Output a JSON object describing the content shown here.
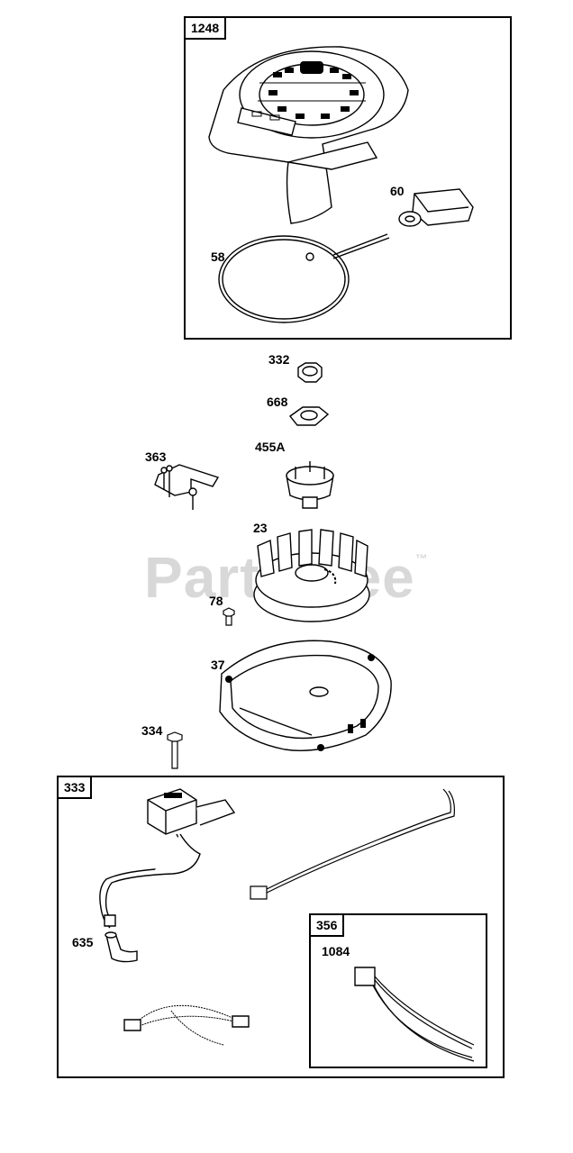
{
  "watermark": {
    "text": "PartsTree",
    "mark": "™"
  },
  "boxes": {
    "starter": {
      "tag": "1248"
    },
    "ignition": {
      "tag": "333"
    },
    "kill_wire": {
      "tag": "356"
    }
  },
  "parts": {
    "p1248_starter_housing": "1248",
    "p60_handle": "60",
    "p58_rope": "58",
    "p332_nut": "332",
    "p668_washer": "668",
    "p363_bracket": "363",
    "p455a_cup": "455A",
    "p23_flywheel": "23",
    "p78_screw": "78",
    "p37_blower": "37",
    "p334_bolt": "334",
    "p635_boot": "635",
    "p1084_wire": "1084"
  }
}
